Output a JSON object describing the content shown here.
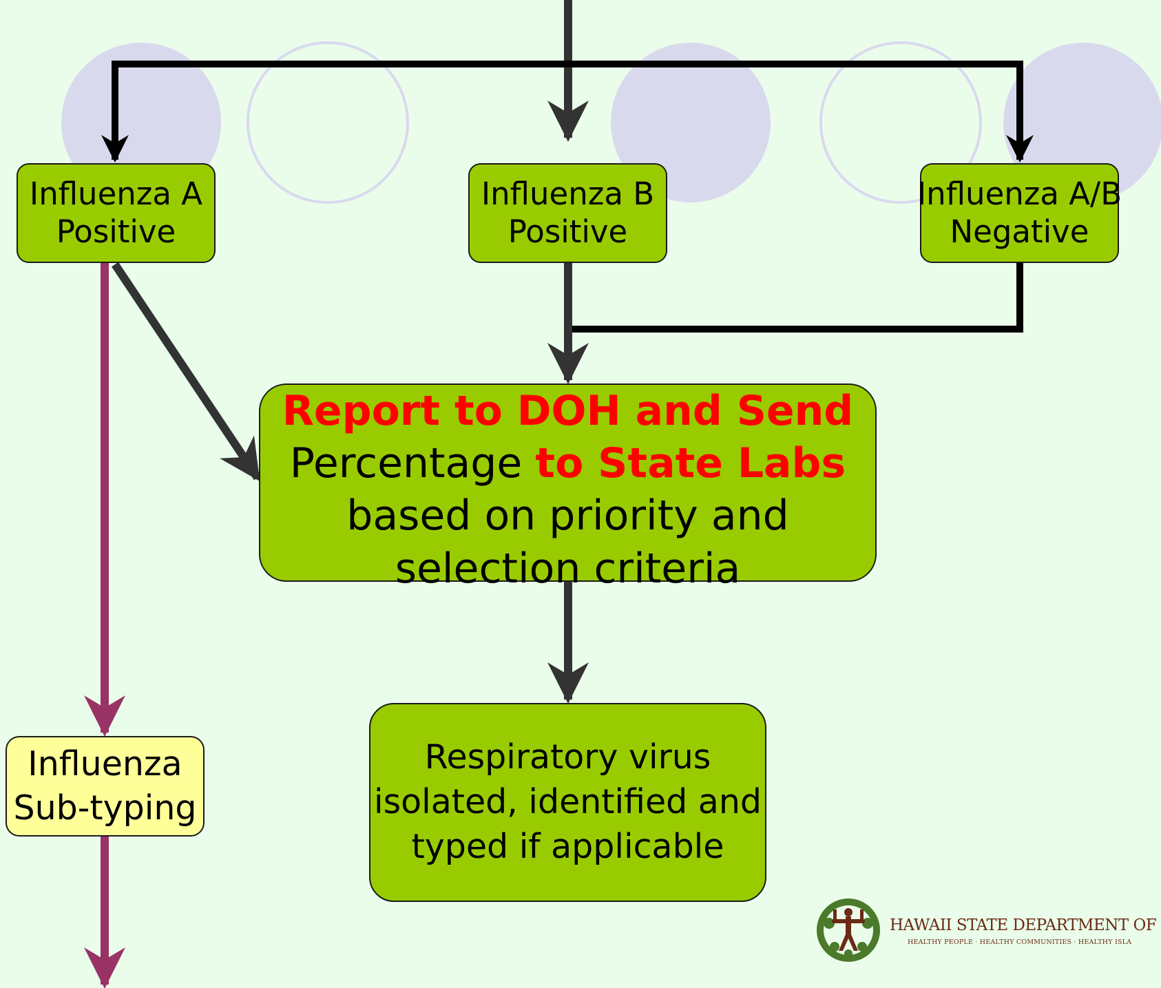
{
  "diagram": {
    "nodes": {
      "influenza_a_positive": {
        "lines": [
          "Influenza A",
          "Positive"
        ]
      },
      "influenza_b_positive": {
        "lines": [
          "Influenza B",
          "Positive"
        ]
      },
      "influenza_ab_negative": {
        "lines": [
          "Influenza A/B",
          "Negative"
        ]
      },
      "report": {
        "line1": "Report to DOH and Send",
        "line2_plain": "Percentage ",
        "line2_highlight": "to State Labs",
        "line3": "based on priority and",
        "line4": "selection criteria"
      },
      "respiratory": {
        "lines": [
          "Respiratory virus",
          "isolated, identified and",
          "typed if applicable"
        ]
      },
      "subtyping": {
        "lines": [
          "Influenza",
          "Sub-typing"
        ]
      }
    },
    "colors": {
      "background": "#eafdeb",
      "box_green": "#99cc00",
      "box_yellow": "#ffff99",
      "highlight_red": "#ff0000",
      "flow_dark": "#333333",
      "flow_black": "#000000",
      "flow_purple": "#993366",
      "circle_lavender": "#d9d9ee"
    }
  },
  "logo": {
    "icon": "hawaii-doh-emblem-icon",
    "title": "HAWAII STATE DEPARTMENT OF HEA",
    "tagline": "HEALTHY PEOPLE · HEALTHY COMMUNITIES · HEALTHY ISLA"
  }
}
